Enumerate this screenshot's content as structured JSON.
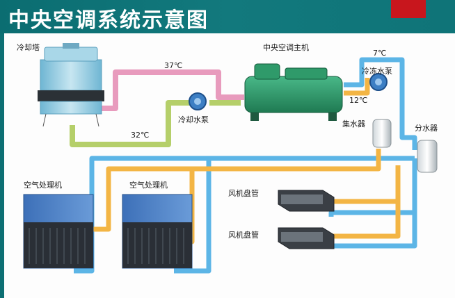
{
  "title": "中央空调系统示意图",
  "labels": {
    "cooling_tower": "冷却塔",
    "temp_37": "37℃",
    "temp_32": "32℃",
    "cooling_pump": "冷却水泵",
    "main_unit": "中央空调主机",
    "temp_7": "7℃",
    "temp_12": "12℃",
    "chilled_pump": "冷冻水泵",
    "collector": "集水器",
    "distributor": "分水器",
    "ahu_1": "空气处理机",
    "ahu_2": "空气处理机",
    "fcu_1": "风机盘管",
    "fcu_2": "风机盘管"
  },
  "colors": {
    "title_bg": "#0d6f73",
    "accent_red": "#c8161d",
    "pipe_pink": "#e89bbd",
    "pipe_green": "#b5cf6a",
    "pipe_blue": "#5cb5e6",
    "pipe_orange": "#f3b544",
    "machine_green": "#2f9a6a",
    "tower_blue": "#8ec9e0"
  }
}
